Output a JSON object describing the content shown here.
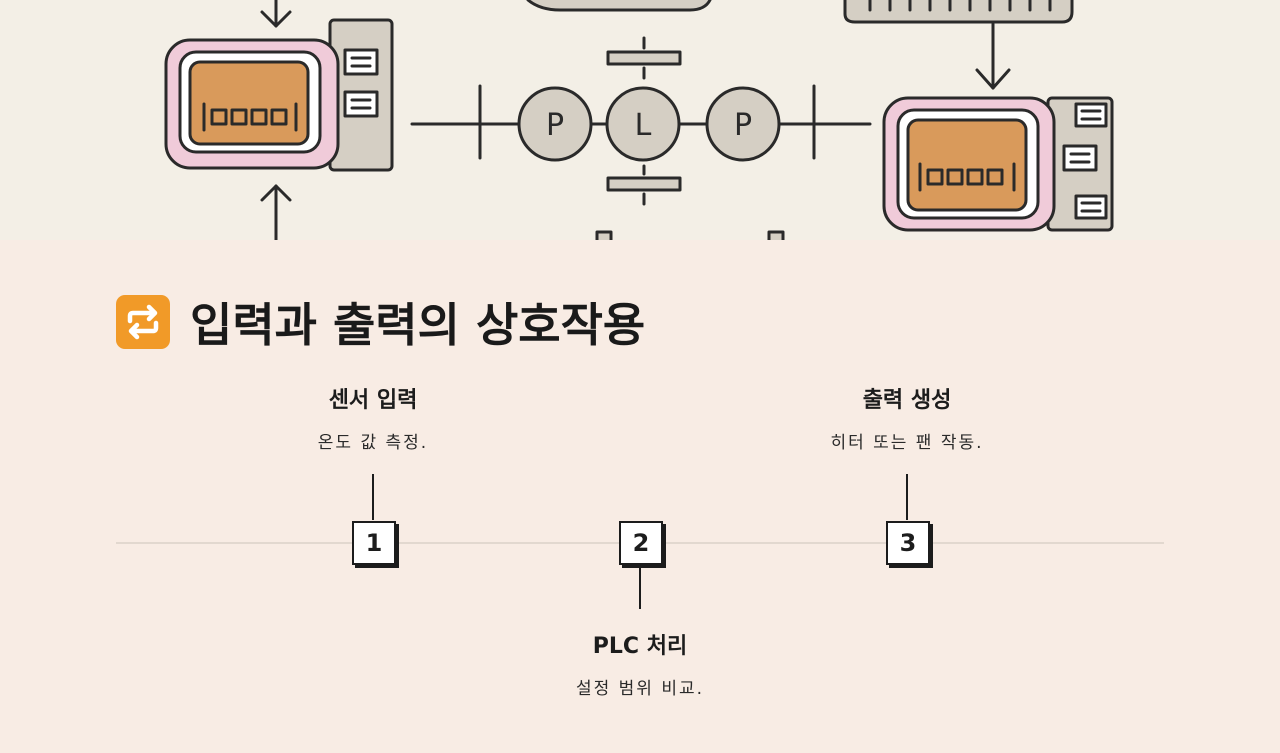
{
  "section": {
    "title": "입력과 출력의 상호작용",
    "icon": "repeat-arrows-icon"
  },
  "hero": {
    "plc_letters": [
      "P",
      "L",
      "P"
    ]
  },
  "steps": [
    {
      "number": "1",
      "title": "센서 입력",
      "description": "온도 값 측정."
    },
    {
      "number": "2",
      "title": "PLC 처리",
      "description": "설정 범위 비교."
    },
    {
      "number": "3",
      "title": "출력 생성",
      "description": "히터 또는 팬 작동."
    }
  ],
  "colors": {
    "accent_orange": "#f19a28",
    "module_pink": "#f0cbd9",
    "module_orange": "#d99a5b",
    "module_gray": "#d5cfc4",
    "background": "#f8ece4"
  }
}
